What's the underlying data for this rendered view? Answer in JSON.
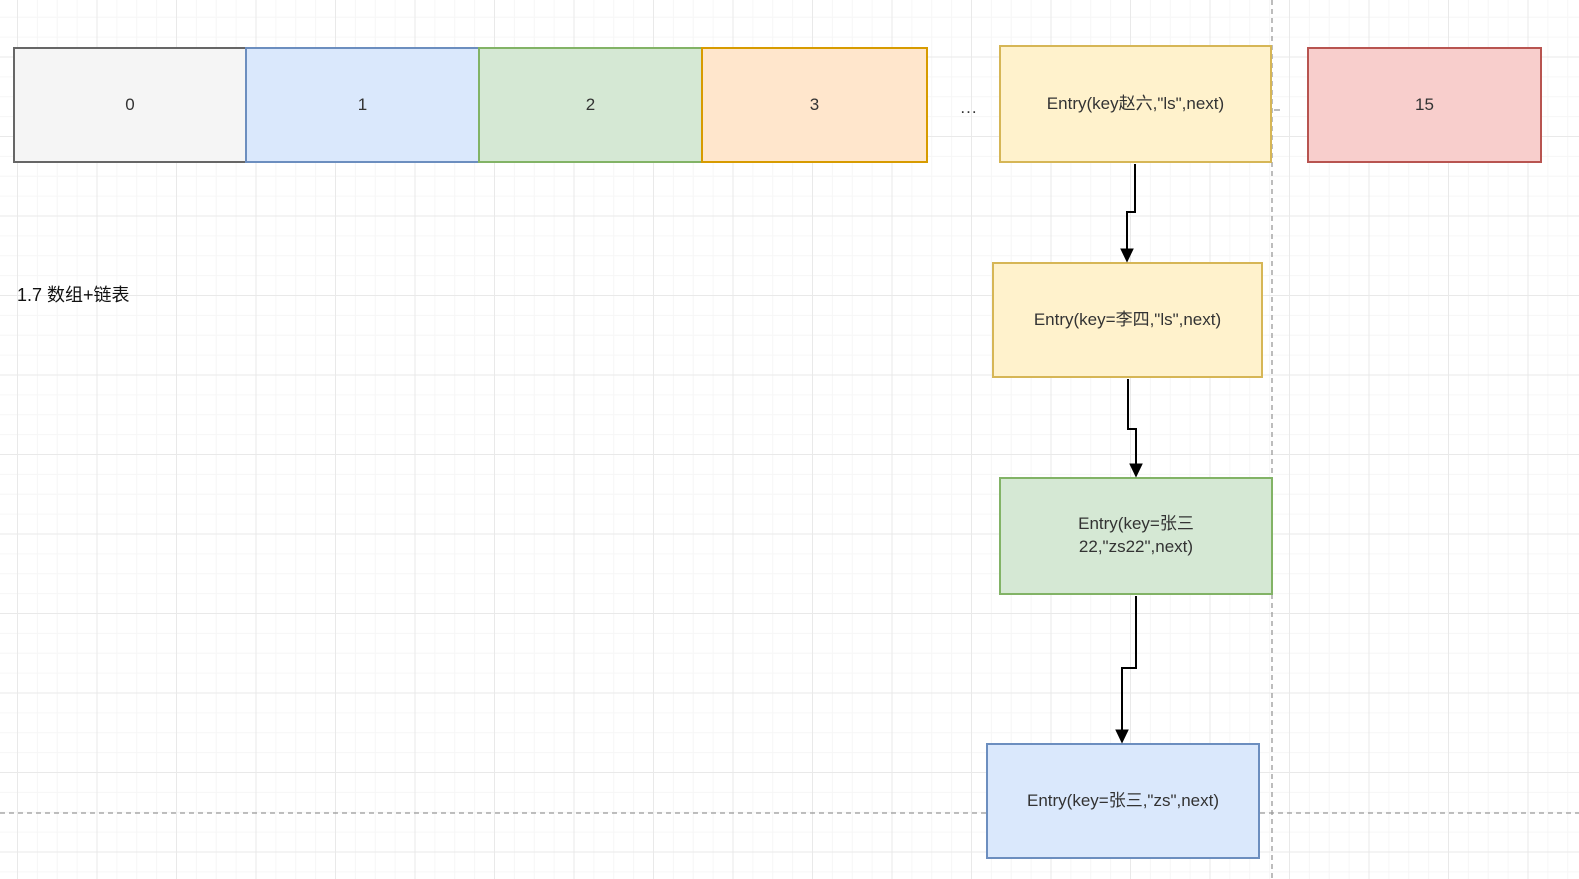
{
  "labels": {
    "section": "1.7 数组+链表",
    "ellipsis": "..."
  },
  "array": {
    "cells": [
      {
        "index": 0,
        "label": "0",
        "color_name": "gray"
      },
      {
        "index": 1,
        "label": "1",
        "color_name": "blue"
      },
      {
        "index": 2,
        "label": "2",
        "color_name": "green"
      },
      {
        "index": 3,
        "label": "3",
        "color_name": "orange"
      },
      {
        "index": 4,
        "label": "15",
        "color_name": "red"
      }
    ]
  },
  "entries": {
    "bucket_head": "Entry(key赵六,\"ls\",next)",
    "node1": "Entry(key=李四,\"ls\",next)",
    "node2": "Entry(key=张三\n22,\"zs22\",next)",
    "node3": "Entry(key=张三,\"zs\",next)"
  },
  "colors": {
    "gray_fill": "#f5f5f5",
    "gray_stroke": "#666666",
    "blue_fill": "#dae8fc",
    "blue_stroke": "#6c8ebf",
    "green_fill": "#d5e8d4",
    "green_stroke": "#82b366",
    "orange_fill": "#ffe6cc",
    "orange_stroke": "#d79b00",
    "yellow_fill": "#fff2cc",
    "yellow_stroke": "#d6b656",
    "red_fill": "#f8cecc",
    "red_stroke": "#b85450",
    "connector": "#000000",
    "guide_dash": "#999999"
  }
}
